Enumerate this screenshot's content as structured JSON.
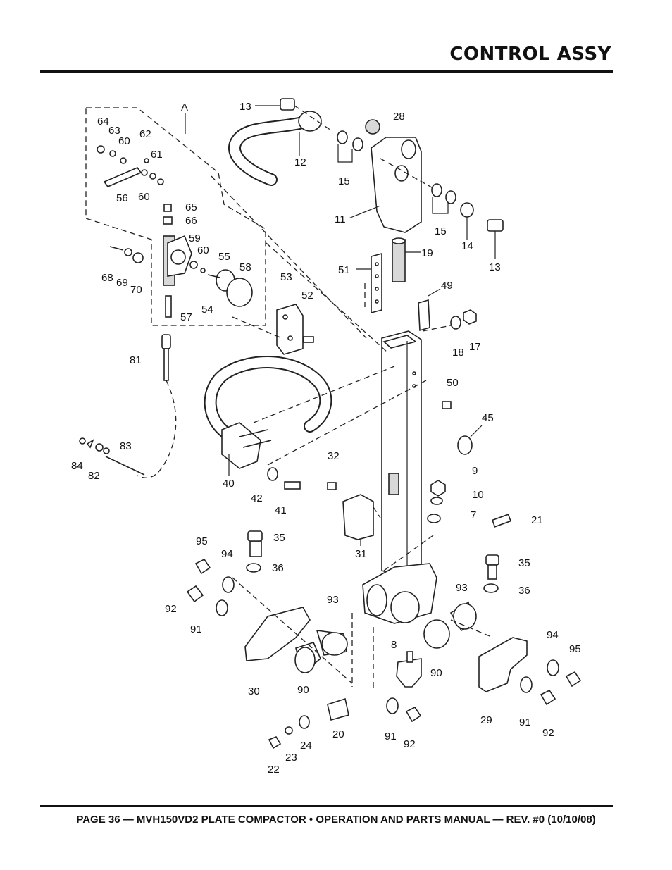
{
  "header": {
    "title": "CONTROL ASSY"
  },
  "diagram": {
    "group_label": "A",
    "callouts": [
      {
        "id": "c13a",
        "label": "13"
      },
      {
        "id": "c12",
        "label": "12"
      },
      {
        "id": "c28",
        "label": "28"
      },
      {
        "id": "c15a",
        "label": "15"
      },
      {
        "id": "c11",
        "label": "11"
      },
      {
        "id": "c15b",
        "label": "15"
      },
      {
        "id": "c14",
        "label": "14"
      },
      {
        "id": "c13b",
        "label": "13"
      },
      {
        "id": "c19",
        "label": "19"
      },
      {
        "id": "c64",
        "label": "64"
      },
      {
        "id": "c63",
        "label": "63"
      },
      {
        "id": "c60a",
        "label": "60"
      },
      {
        "id": "c62",
        "label": "62"
      },
      {
        "id": "c61",
        "label": "61"
      },
      {
        "id": "c56",
        "label": "56"
      },
      {
        "id": "c60b",
        "label": "60"
      },
      {
        "id": "c65",
        "label": "65"
      },
      {
        "id": "c66",
        "label": "66"
      },
      {
        "id": "c59",
        "label": "59"
      },
      {
        "id": "c60c",
        "label": "60"
      },
      {
        "id": "c55",
        "label": "55"
      },
      {
        "id": "c58",
        "label": "58"
      },
      {
        "id": "c68",
        "label": "68"
      },
      {
        "id": "c69",
        "label": "69"
      },
      {
        "id": "c70",
        "label": "70"
      },
      {
        "id": "c54",
        "label": "54"
      },
      {
        "id": "c57",
        "label": "57"
      },
      {
        "id": "c53",
        "label": "53"
      },
      {
        "id": "c52",
        "label": "52"
      },
      {
        "id": "c51",
        "label": "51"
      },
      {
        "id": "c49",
        "label": "49"
      },
      {
        "id": "c18",
        "label": "18"
      },
      {
        "id": "c17",
        "label": "17"
      },
      {
        "id": "c81",
        "label": "81"
      },
      {
        "id": "c50",
        "label": "50"
      },
      {
        "id": "c45",
        "label": "45"
      },
      {
        "id": "c84",
        "label": "84"
      },
      {
        "id": "c83",
        "label": "83"
      },
      {
        "id": "c82",
        "label": "82"
      },
      {
        "id": "c40",
        "label": "40"
      },
      {
        "id": "c32",
        "label": "32"
      },
      {
        "id": "c9",
        "label": "9"
      },
      {
        "id": "c10",
        "label": "10"
      },
      {
        "id": "c42",
        "label": "42"
      },
      {
        "id": "c41",
        "label": "41"
      },
      {
        "id": "c7",
        "label": "7"
      },
      {
        "id": "c21",
        "label": "21"
      },
      {
        "id": "c31",
        "label": "31"
      },
      {
        "id": "c95a",
        "label": "95"
      },
      {
        "id": "c35a",
        "label": "35"
      },
      {
        "id": "c94a",
        "label": "94"
      },
      {
        "id": "c36a",
        "label": "36"
      },
      {
        "id": "c35b",
        "label": "35"
      },
      {
        "id": "c92a",
        "label": "92"
      },
      {
        "id": "c93a",
        "label": "93"
      },
      {
        "id": "c36b",
        "label": "36"
      },
      {
        "id": "c91a",
        "label": "91"
      },
      {
        "id": "c93b",
        "label": "93"
      },
      {
        "id": "c8",
        "label": "8"
      },
      {
        "id": "c94b",
        "label": "94"
      },
      {
        "id": "c95b",
        "label": "95"
      },
      {
        "id": "c30",
        "label": "30"
      },
      {
        "id": "c90a",
        "label": "90"
      },
      {
        "id": "c90b",
        "label": "90"
      },
      {
        "id": "c29",
        "label": "29"
      },
      {
        "id": "c91b",
        "label": "91"
      },
      {
        "id": "c92b",
        "label": "92"
      },
      {
        "id": "c20",
        "label": "20"
      },
      {
        "id": "c91c",
        "label": "91"
      },
      {
        "id": "c92c",
        "label": "92"
      },
      {
        "id": "c24",
        "label": "24"
      },
      {
        "id": "c23",
        "label": "23"
      },
      {
        "id": "c22",
        "label": "22"
      }
    ]
  },
  "footer": {
    "text": "PAGE 36 — MVH150VD2 PLATE COMPACTOR • OPERATION AND PARTS MANUAL — REV. #0 (10/10/08)"
  }
}
